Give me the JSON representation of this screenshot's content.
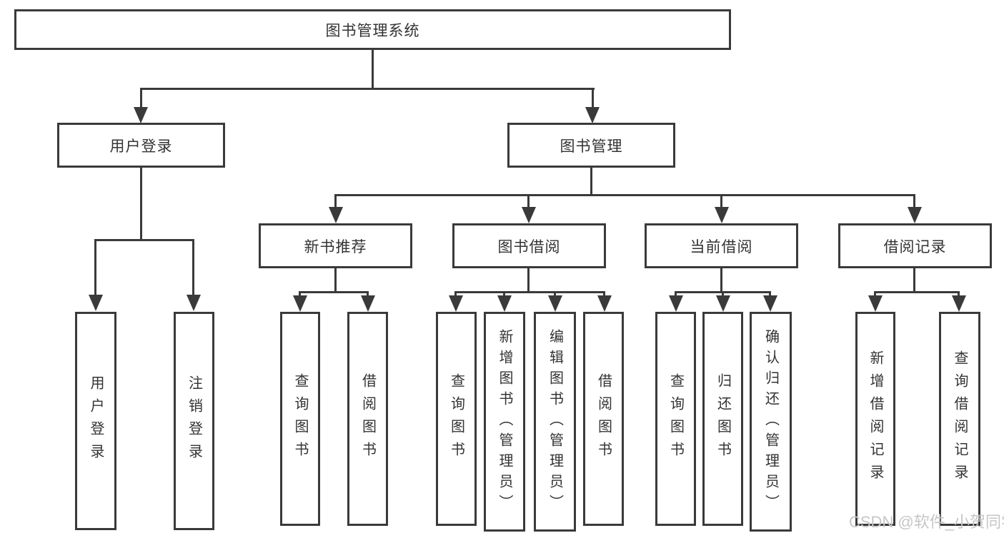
{
  "diagram_title": "图书管理系统",
  "nodes": {
    "root": "图书管理系统",
    "level2": [
      "用户登录",
      "图书管理"
    ],
    "level3": [
      "新书推荐",
      "图书借阅",
      "当前借阅",
      "借阅记录"
    ],
    "login_children": [
      "用户登录",
      "注销登录"
    ],
    "newbook_children": [
      "查询图书",
      "借阅图书"
    ],
    "borrow_children": [
      "查询图书",
      "新增图书（管理员）",
      "编辑图书（管理员）",
      "借阅图书"
    ],
    "current_children": [
      "查询图书",
      "归还图书",
      "确认归还（管理员）"
    ],
    "record_children": [
      "新增借阅记录",
      "查询借阅记录"
    ]
  },
  "watermark": "CSDN @软件_小贺同学",
  "colors": {
    "line": "#3a3a3a",
    "text": "#333333",
    "box_background": "#ffffff",
    "watermark": "#c6c6c6"
  }
}
